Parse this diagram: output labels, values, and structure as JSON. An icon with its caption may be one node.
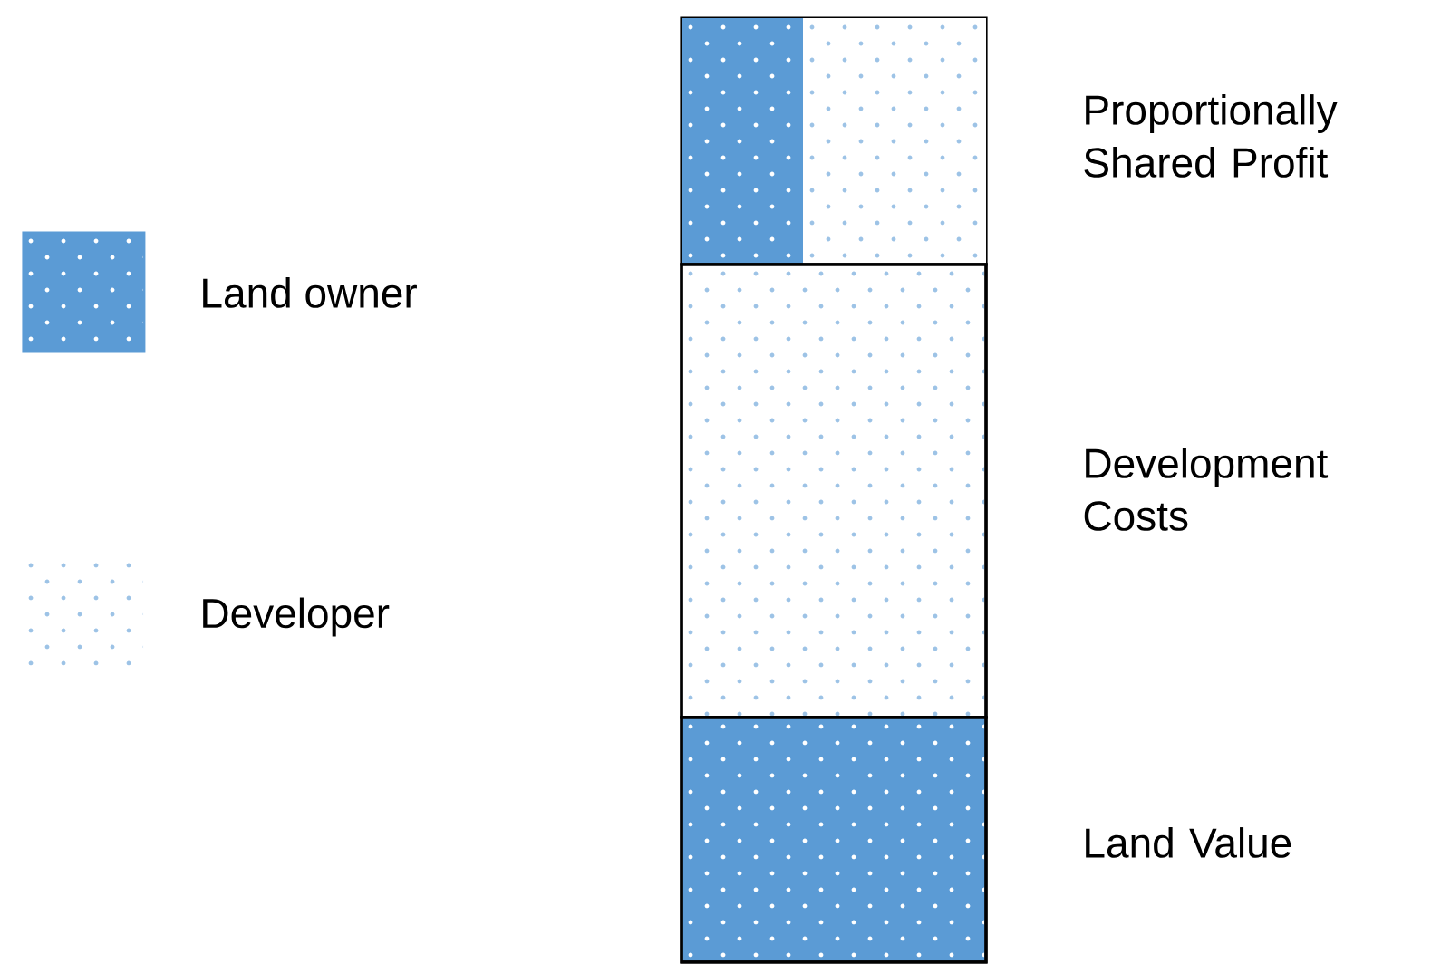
{
  "diagram": {
    "nodes": [
      {
        "text": [],
        "shape": "box",
        "beside": [
          "Proportionally Shared Profit"
        ]
      },
      {
        "text": [],
        "shape": "box",
        "in": 0
      },
      {
        "text": [],
        "shape": "box",
        "in": 0
      },
      {
        "text": [],
        "shape": "box",
        "beside": [
          "Development Costs"
        ]
      },
      {
        "text": [],
        "shape": "box",
        "beside": [
          "Land Value"
        ]
      }
    ],
    "legend": [
      {
        "text": "Land owner",
        "color": "#5b9bd5"
      },
      {
        "text": "Developer",
        "color": "#9dc3e6"
      }
    ]
  }
}
